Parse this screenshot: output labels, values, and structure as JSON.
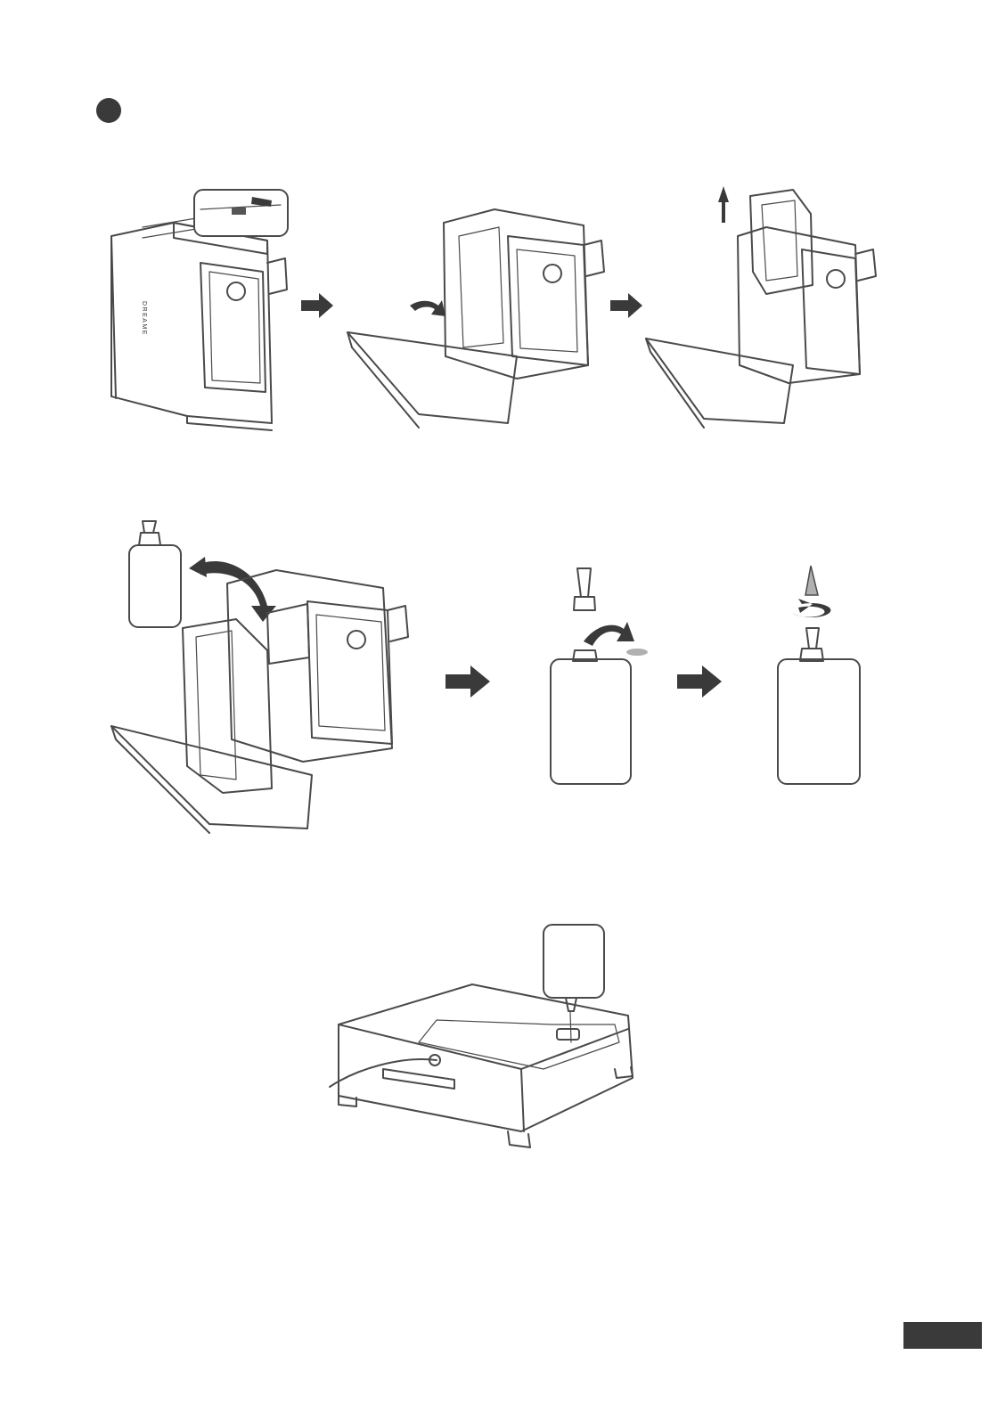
{
  "page": {
    "step_marker": "",
    "brand_label": "DREAME",
    "page_number": ""
  },
  "rows": [
    {
      "id": "row-1",
      "panels": [
        "unlatch-station",
        "open-door",
        "lift-tank"
      ]
    },
    {
      "id": "row-2",
      "panels": [
        "remove-tank-bottle",
        "remove-cap",
        "attach-nozzle"
      ]
    },
    {
      "id": "row-3",
      "panels": [
        "pour-into-base"
      ]
    }
  ],
  "icons": {
    "arrows": [
      "arrow-right-icon",
      "arrow-curve-left-icon",
      "arrow-up-icon",
      "arrow-curve-icon",
      "rotate-icon"
    ]
  },
  "colors": {
    "ink": "#3a3a3a",
    "line": "#4a4a4a",
    "cap": "#b0b0b0"
  }
}
